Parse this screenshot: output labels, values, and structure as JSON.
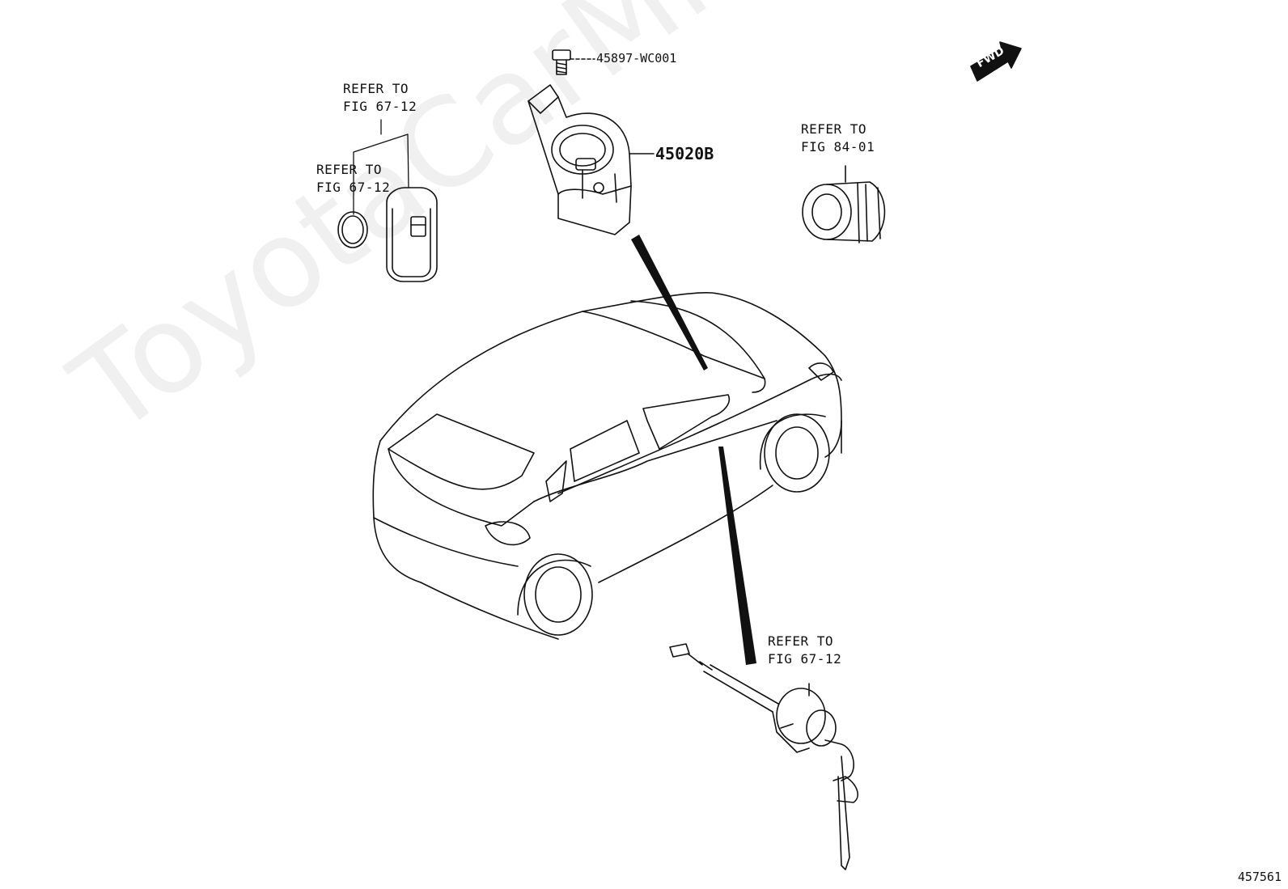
{
  "watermark": "ToyotaCarMine.ru",
  "figure_number": "457561",
  "fwd_label": "FWD",
  "labels": {
    "key_refer_a": {
      "line1": "REFER TO",
      "line2": "FIG 67-12"
    },
    "key_refer_b": {
      "line1": "REFER TO",
      "line2": "FIG 67-12"
    },
    "switch_refer": {
      "line1": "REFER TO",
      "line2": "FIG 84-01"
    },
    "lock_refer": {
      "line1": "REFER TO",
      "line2": "FIG 67-12"
    }
  },
  "parts": {
    "bolt": "45897-WC001",
    "steering_lock": "45020B"
  }
}
